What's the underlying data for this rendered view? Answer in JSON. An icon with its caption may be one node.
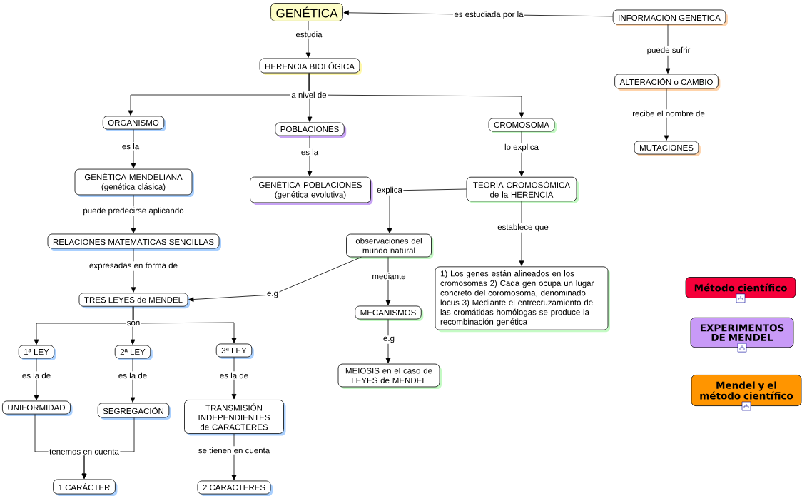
{
  "diagram": {
    "nodes": [
      {
        "text": [
          "GENÉTICA"
        ]
      },
      {
        "text": [
          "INFORMACIÓN GENÉTICA"
        ]
      },
      {
        "text": [
          "HERENCIA BIOLÓGICA"
        ]
      },
      {
        "text": [
          "ALTERACIÓN o CAMBIO"
        ]
      },
      {
        "text": [
          "ORGANISMO"
        ]
      },
      {
        "text": [
          "POBLACIONES"
        ]
      },
      {
        "text": [
          "CROMOSOMA"
        ]
      },
      {
        "text": [
          "MUTACIONES"
        ]
      },
      {
        "text": [
          "GENÉTICA MENDELIANA (genética clásica)"
        ]
      },
      {
        "text": [
          "GENÉTICA POBLACIONES (genética evolutiva)"
        ]
      },
      {
        "text": [
          "TEORÍA CROMOSÓMICA de la HERENCIA"
        ]
      },
      {
        "text": [
          "RELACIONES MATEMÁTICAS SENCILLAS"
        ]
      },
      {
        "text": [
          "observaciones del mundo natural"
        ]
      },
      {
        "text": [
          "1) Los genes están alineados en los cromosomas 2) Cada gen ocupa un lugar concreto del coromosoma, denominado locus 3) Mediante el entrecruzamiento de las cromátidas homólogas se produce la recombinación genética"
        ]
      },
      {
        "text": [
          "TRES LEYES de MENDEL"
        ]
      },
      {
        "text": [
          "MECANISMOS"
        ]
      },
      {
        "text": [
          "1ª LEY"
        ]
      },
      {
        "text": [
          "2ª LEY"
        ]
      },
      {
        "text": [
          "3ª LEY"
        ]
      },
      {
        "text": [
          "MEIOSIS en el caso de LEYES de MENDEL"
        ]
      },
      {
        "text": [
          "UNIFORMIDAD"
        ]
      },
      {
        "text": [
          "SEGREGACIÓN"
        ]
      },
      {
        "text": [
          "TRANSMISIÓN INDEPENDIENTES de CARACTERES"
        ]
      },
      {
        "text": [
          "1 CARÁCTER"
        ]
      },
      {
        "text": [
          "2 CARACTERES"
        ]
      },
      {
        "text": [
          "Método científico"
        ]
      },
      {
        "text": [
          "EXPERIMENTOS DE MENDEL"
        ]
      },
      {
        "text": [
          "Mendel y el método científico"
        ]
      }
    ],
    "edges": [
      {
        "from": 1,
        "to": 0,
        "arrow": "to",
        "label": "es estudiada por la"
      },
      {
        "from": 0,
        "to": 2,
        "arrow": "to",
        "label": "estudia"
      },
      {
        "from": 2,
        "to": 4,
        "arrow": "to",
        "label": "a nivel de"
      },
      {
        "from": 2,
        "to": 5,
        "arrow": "to"
      },
      {
        "from": 2,
        "to": 6,
        "arrow": "to"
      },
      {
        "from": 1,
        "to": 3,
        "arrow": "to",
        "label": "puede sufrir"
      },
      {
        "from": 3,
        "to": 7,
        "arrow": "to",
        "label": "recibe el nombre de"
      },
      {
        "from": 4,
        "to": 8,
        "arrow": "to",
        "label": "es la"
      },
      {
        "from": 5,
        "to": 9,
        "arrow": "to",
        "label": "es la"
      },
      {
        "from": 6,
        "to": 10,
        "arrow": "to",
        "label": "lo explica"
      },
      {
        "from": 8,
        "to": 11,
        "arrow": "to",
        "label": "puede predecirse aplicando"
      },
      {
        "from": 10,
        "to": 12,
        "arrow": "to",
        "label": "explica"
      },
      {
        "from": 10,
        "to": 13,
        "arrow": "to",
        "label": "establece que"
      },
      {
        "from": 11,
        "to": 14,
        "arrow": "to",
        "label": "expresadas en forma de"
      },
      {
        "from": 12,
        "to": 14,
        "arrow": "to",
        "label": "e.g"
      },
      {
        "from": 12,
        "to": 15,
        "arrow": "to",
        "label": "mediante"
      },
      {
        "from": 14,
        "to": 16,
        "arrow": "to",
        "label": "son"
      },
      {
        "from": 14,
        "to": 17,
        "arrow": "to"
      },
      {
        "from": 14,
        "to": 18,
        "arrow": "to"
      },
      {
        "from": 15,
        "to": 19,
        "arrow": "to",
        "label": "e.g"
      },
      {
        "from": 16,
        "to": 20,
        "arrow": "to",
        "label": "es la de"
      },
      {
        "from": 17,
        "to": 21,
        "arrow": "to",
        "label": "es la de"
      },
      {
        "from": 18,
        "to": 22,
        "arrow": "to",
        "label": "es la de"
      },
      {
        "from": 20,
        "to": 23,
        "arrow": "to",
        "label": "tenemos en cuenta"
      },
      {
        "from": 21,
        "to": 23,
        "arrow": "to"
      },
      {
        "from": 22,
        "to": 24,
        "arrow": "to",
        "label": "se tienen en cuenta"
      }
    ]
  }
}
